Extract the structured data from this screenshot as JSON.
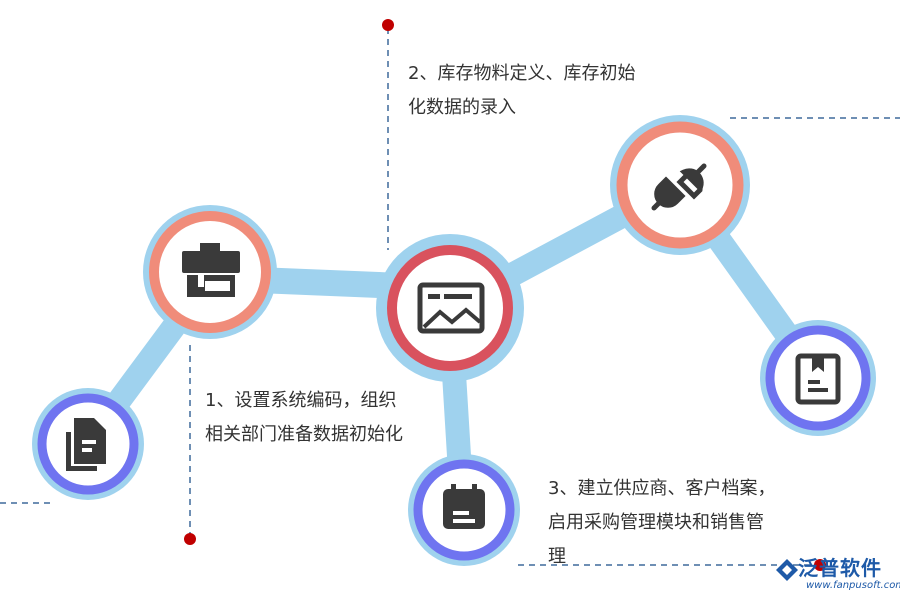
{
  "steps": [
    {
      "lines": [
        "1、设置系统编码，组织",
        "相关部门准备数据初始化"
      ]
    },
    {
      "lines": [
        "2、库存物料定义、库存初始",
        "化数据的录入"
      ]
    },
    {
      "lines": [
        "3、建立供应商、客户档案，",
        "启用采购管理模块和销售管",
        "理"
      ]
    }
  ],
  "brand": {
    "name": "泛普软件",
    "url": "www.fanpusoft.com"
  },
  "colors": {
    "connector": "#9fd2ee",
    "ring_salmon": "#f08c7a",
    "ring_red": "#d9525e",
    "ring_purple": "#6f74f0",
    "icon_fill": "#3a3a3a",
    "dash": "#3e6a9c",
    "dot": "#c00000"
  },
  "icons": [
    "documents-icon",
    "briefcase-icon",
    "image-icon",
    "plug-icon",
    "calendar-icon",
    "bookmark-icon"
  ]
}
